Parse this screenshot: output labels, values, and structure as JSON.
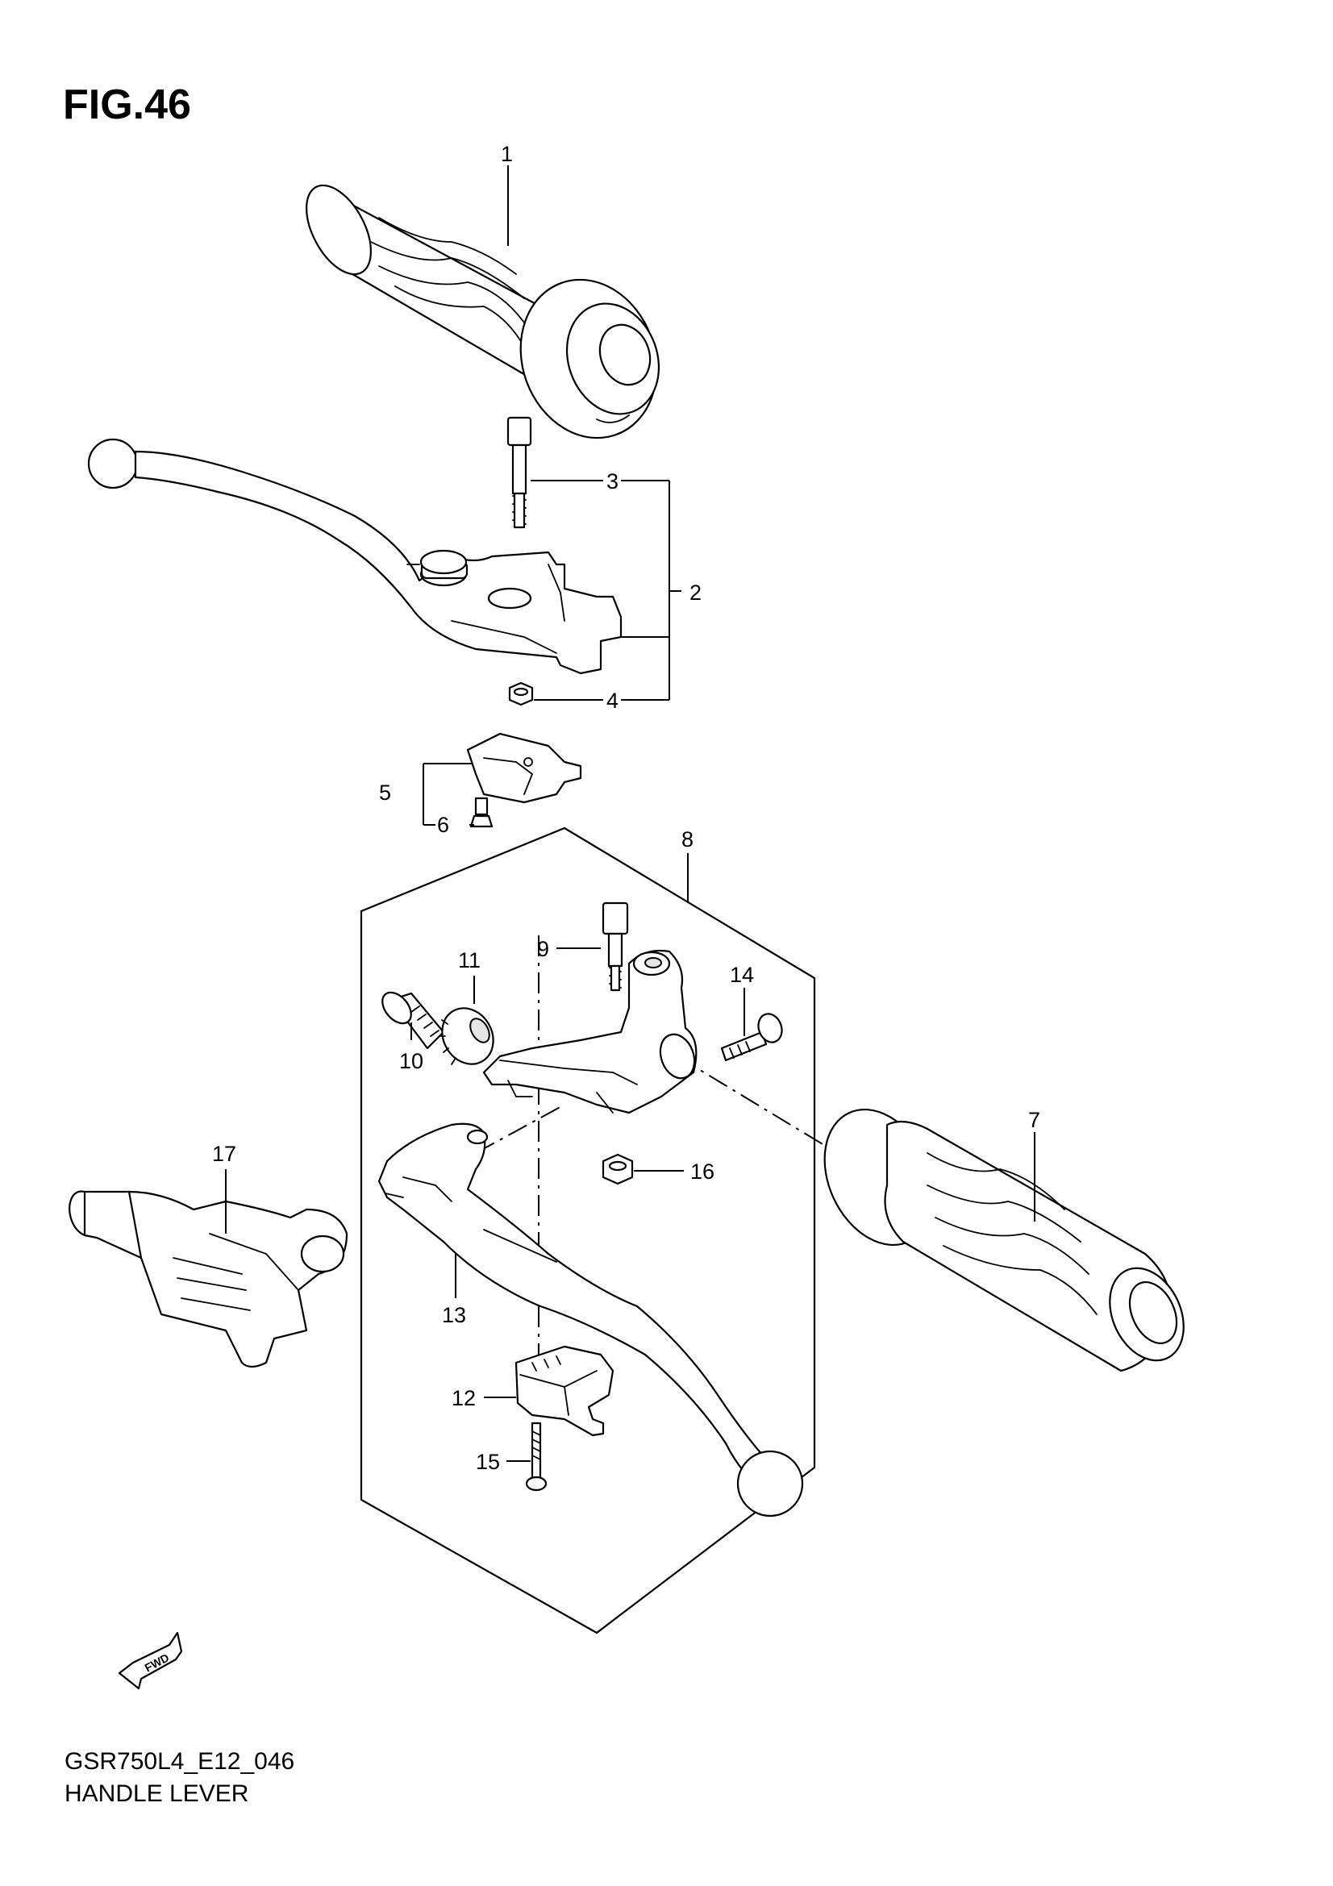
{
  "header": {
    "figure": "FIG.46"
  },
  "footer": {
    "model_code": "GSR750L4_E12_046",
    "section": "HANDLE LEVER"
  },
  "direction_marker": {
    "label": "FWD"
  },
  "callouts": [
    "1",
    "2",
    "3",
    "4",
    "5",
    "6",
    "7",
    "8",
    "9",
    "10",
    "11",
    "12",
    "13",
    "14",
    "15",
    "16",
    "17"
  ]
}
